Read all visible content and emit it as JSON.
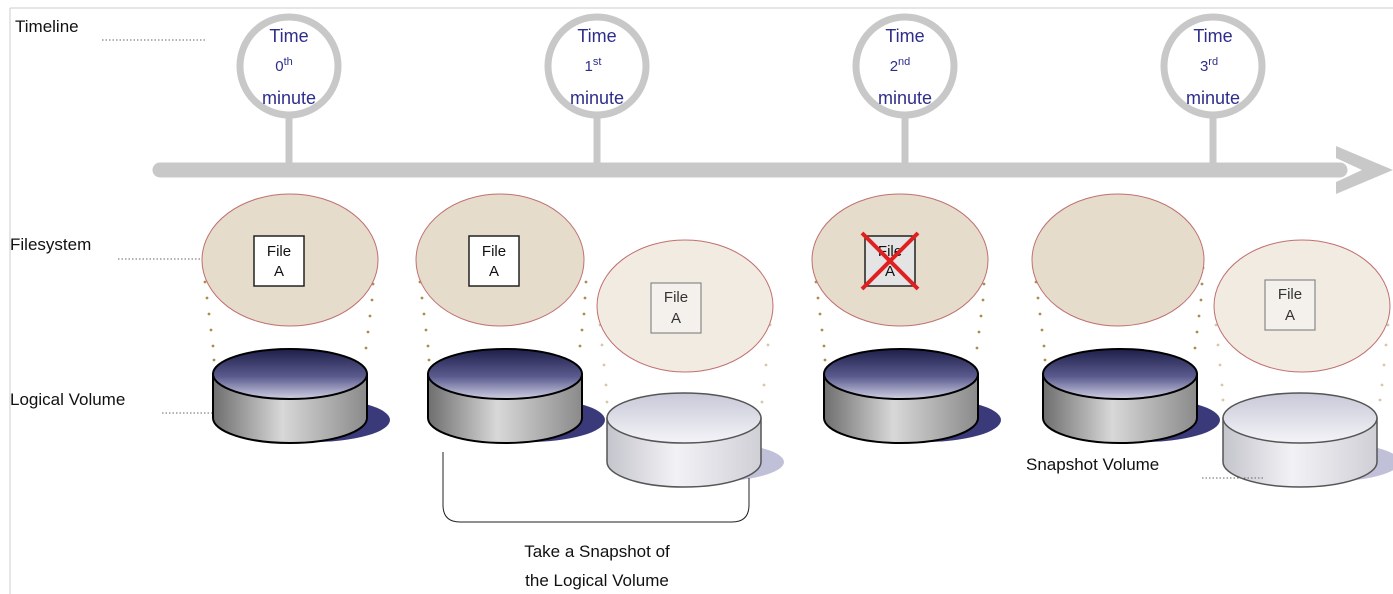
{
  "labels": {
    "timeline": "Timeline",
    "filesystem": "Filesystem",
    "logical_volume": "Logical Volume",
    "snapshot_volume": "Snapshot Volume",
    "snapshot_caption_line1": "Take a Snapshot of",
    "snapshot_caption_line2": "the Logical Volume"
  },
  "time_markers": [
    {
      "word": "Time",
      "number": "0",
      "suffix": "th",
      "unit": "minute"
    },
    {
      "word": "Time",
      "number": "1",
      "suffix": "st",
      "unit": "minute"
    },
    {
      "word": "Time",
      "number": "2",
      "suffix": "nd",
      "unit": "minute"
    },
    {
      "word": "Time",
      "number": "3",
      "suffix": "rd",
      "unit": "minute"
    }
  ],
  "file": {
    "line1": "File",
    "line2": "A"
  },
  "colors": {
    "timeline_gray": "#c8c8c8",
    "time_text": "#2e2e8a",
    "filesystem_fill": "#e6dccb",
    "filesystem_border": "#c07070",
    "snapshot_fs_fill": "#f2ebe2",
    "delete_mark": "#e02020",
    "disk_top": "#3a3a6a",
    "disk_side": "#8a8a8a",
    "snapshot_disk": "#e2e2ea",
    "disk_shadow": "#3a3a7a",
    "dots": "#b08a50"
  }
}
